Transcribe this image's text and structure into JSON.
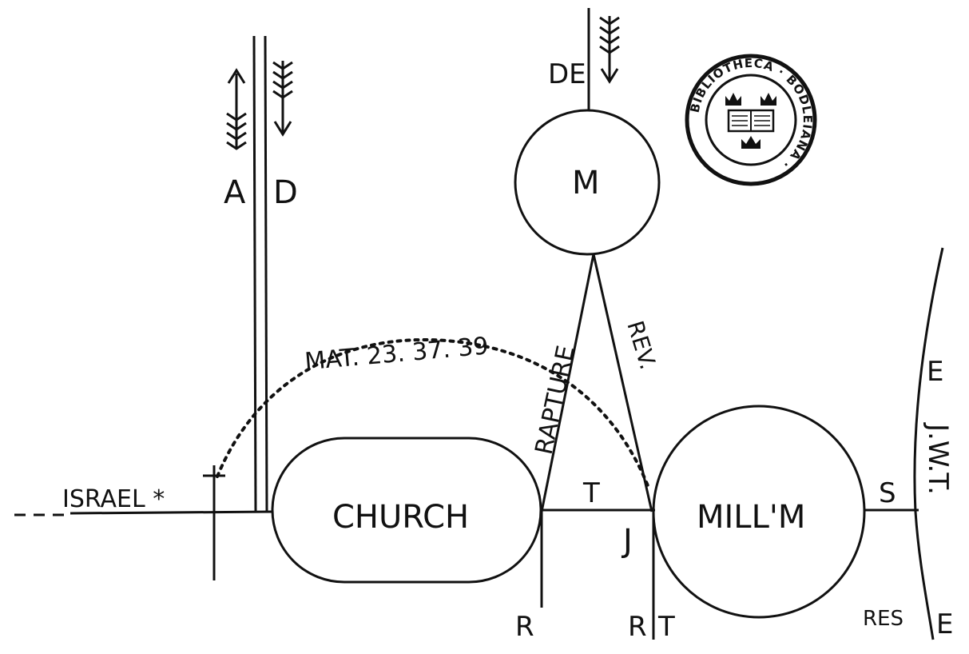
{
  "diagram": {
    "ink_color": "#111111",
    "background": "#ffffff",
    "labels": {
      "israel": "ISRAEL *",
      "a": "A",
      "d": "D",
      "arc": "MAT. 23. 37. 39",
      "church": "CHURCH",
      "m": "M",
      "de": "DE",
      "rapture": "RAPTURE",
      "rev": "REV.",
      "t": "T",
      "j": "J",
      "millm": "MILL'M",
      "s": "S",
      "r_left": "R",
      "r_right": "R",
      "t_bottom": "T",
      "e_top": "E",
      "jwt": "J.W.T.",
      "res": "RES",
      "e_bottom": "E"
    },
    "stamp": {
      "text": "BIBLIOTHECA · BODLEIANA ·",
      "icons": [
        "crown-icon",
        "book-icon",
        "crown-icon"
      ]
    },
    "arrows": {
      "a_direction": "up",
      "d_direction": "down",
      "de_direction": "down"
    }
  }
}
